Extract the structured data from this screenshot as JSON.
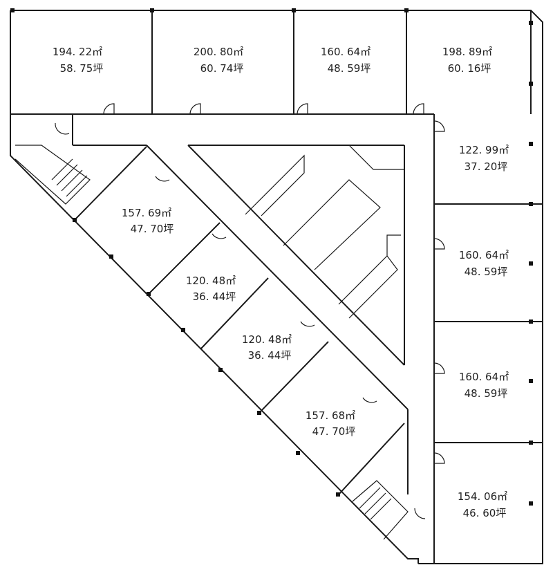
{
  "units": [
    {
      "id": "top-1",
      "area_m2": "194. 22㎡",
      "area_tsubo": "58. 75坪"
    },
    {
      "id": "top-2",
      "area_m2": "200. 80㎡",
      "area_tsubo": "60. 74坪"
    },
    {
      "id": "top-3",
      "area_m2": "160. 64㎡",
      "area_tsubo": "48. 59坪"
    },
    {
      "id": "top-4",
      "area_m2": "198. 89㎡",
      "area_tsubo": "60. 16坪"
    },
    {
      "id": "right-1",
      "area_m2": "122. 99㎡",
      "area_tsubo": "37. 20坪"
    },
    {
      "id": "right-2",
      "area_m2": "160. 64㎡",
      "area_tsubo": "48. 59坪"
    },
    {
      "id": "right-3",
      "area_m2": "160. 64㎡",
      "area_tsubo": "48. 59坪"
    },
    {
      "id": "right-4",
      "area_m2": "154. 06㎡",
      "area_tsubo": "46. 60坪"
    },
    {
      "id": "diag-1",
      "area_m2": "157. 69㎡",
      "area_tsubo": "47. 70坪"
    },
    {
      "id": "diag-2",
      "area_m2": "120. 48㎡",
      "area_tsubo": "36. 44坪"
    },
    {
      "id": "diag-3",
      "area_m2": "120. 48㎡",
      "area_tsubo": "36. 44坪"
    },
    {
      "id": "diag-4",
      "area_m2": "157. 68㎡",
      "area_tsubo": "47. 70坪"
    }
  ]
}
